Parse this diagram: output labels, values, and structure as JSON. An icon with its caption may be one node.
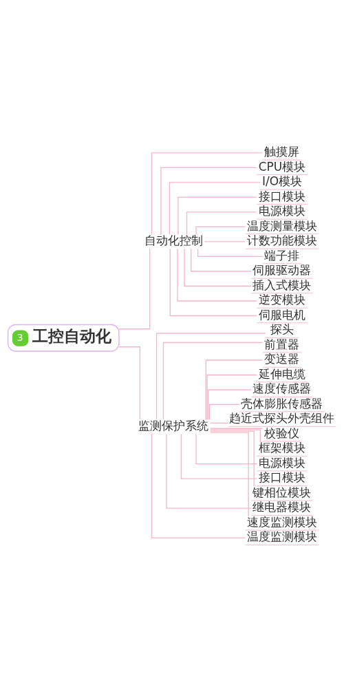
{
  "diagram": {
    "nodes": [
      {
        "text": [
          "3",
          "工控自动化"
        ]
      },
      {
        "text": [
          "自动化控制"
        ]
      },
      {
        "text": [
          "触摸屏"
        ]
      },
      {
        "text": [
          "CPU模块"
        ]
      },
      {
        "text": [
          "I/O模块"
        ]
      },
      {
        "text": [
          "接口模块"
        ]
      },
      {
        "text": [
          "电源模块"
        ]
      },
      {
        "text": [
          "温度测量模块"
        ]
      },
      {
        "text": [
          "计数功能模块"
        ]
      },
      {
        "text": [
          "端子排"
        ]
      },
      {
        "text": [
          "伺服驱动器"
        ]
      },
      {
        "text": [
          "插入式模块"
        ]
      },
      {
        "text": [
          "逆变模块"
        ]
      },
      {
        "text": [
          "伺服电机"
        ]
      },
      {
        "text": [
          "监测保护系统"
        ]
      },
      {
        "text": [
          "探头"
        ]
      },
      {
        "text": [
          "前置器"
        ]
      },
      {
        "text": [
          "变送器"
        ]
      },
      {
        "text": [
          "延伸电缆"
        ]
      },
      {
        "text": [
          "速度传感器"
        ]
      },
      {
        "text": [
          "壳体膨胀传感器"
        ]
      },
      {
        "text": [
          "趋近式探头外壳组件"
        ]
      },
      {
        "text": [
          "校验仪"
        ]
      },
      {
        "text": [
          "框架模块"
        ]
      },
      {
        "text": [
          "电源模块"
        ]
      },
      {
        "text": [
          "接口模块"
        ]
      },
      {
        "text": [
          "键相位模块"
        ]
      },
      {
        "text": [
          "继电器模块"
        ]
      },
      {
        "text": [
          "速度监测模块"
        ]
      },
      {
        "text": [
          "温度监测模块"
        ]
      }
    ],
    "edges": [
      {
        "from": 0,
        "to": 1,
        "arrow": "none"
      },
      {
        "from": 1,
        "to": 2,
        "arrow": "none"
      },
      {
        "from": 1,
        "to": 3,
        "arrow": "none"
      },
      {
        "from": 1,
        "to": 4,
        "arrow": "none"
      },
      {
        "from": 1,
        "to": 5,
        "arrow": "none"
      },
      {
        "from": 1,
        "to": 6,
        "arrow": "none"
      },
      {
        "from": 1,
        "to": 7,
        "arrow": "none"
      },
      {
        "from": 1,
        "to": 8,
        "arrow": "none"
      },
      {
        "from": 1,
        "to": 9,
        "arrow": "none"
      },
      {
        "from": 1,
        "to": 10,
        "arrow": "none"
      },
      {
        "from": 1,
        "to": 11,
        "arrow": "none"
      },
      {
        "from": 1,
        "to": 12,
        "arrow": "none"
      },
      {
        "from": 1,
        "to": 13,
        "arrow": "none"
      },
      {
        "from": 0,
        "to": 14,
        "arrow": "none"
      },
      {
        "from": 14,
        "to": 15,
        "arrow": "none"
      },
      {
        "from": 14,
        "to": 16,
        "arrow": "none"
      },
      {
        "from": 14,
        "to": 17,
        "arrow": "none"
      },
      {
        "from": 14,
        "to": 18,
        "arrow": "none"
      },
      {
        "from": 14,
        "to": 19,
        "arrow": "none"
      },
      {
        "from": 14,
        "to": 20,
        "arrow": "none"
      },
      {
        "from": 14,
        "to": 21,
        "arrow": "none"
      },
      {
        "from": 14,
        "to": 22,
        "arrow": "none"
      },
      {
        "from": 14,
        "to": 23,
        "arrow": "none"
      },
      {
        "from": 14,
        "to": 24,
        "arrow": "none"
      },
      {
        "from": 14,
        "to": 25,
        "arrow": "none"
      },
      {
        "from": 14,
        "to": 26,
        "arrow": "none"
      },
      {
        "from": 14,
        "to": 27,
        "arrow": "none"
      },
      {
        "from": 14,
        "to": 28,
        "arrow": "none"
      },
      {
        "from": 14,
        "to": 29,
        "arrow": "none"
      }
    ]
  }
}
